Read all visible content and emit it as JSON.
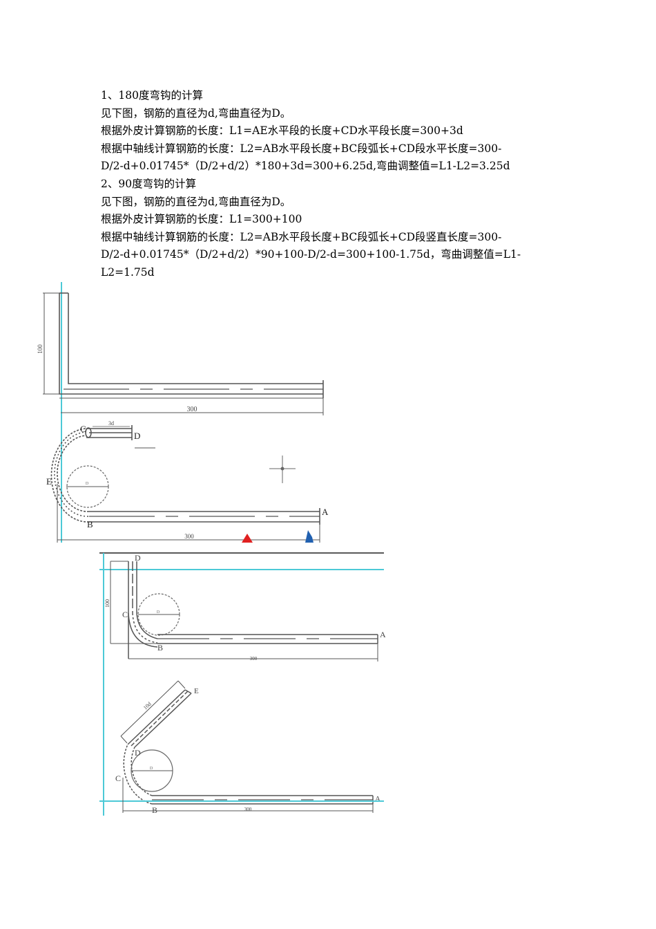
{
  "document": {
    "section1": {
      "heading": "1、180度弯钩的计算",
      "lines": [
        "见下图，钢筋的直径为d,弯曲直径为D。",
        "根据外皮计算钢筋的长度：L1=AE水平段的长度+CD水平段长度=300+3d",
        "根据中轴线计算钢筋的长度：L2=AB水平段长度+BC段弧长+CD段水平长度=300-",
        "D/2-d+0.01745*（D/2+d/2）*180+3d=300+6.25d,弯曲调整值=L1-L2=3.25d"
      ]
    },
    "section2": {
      "heading": "2、90度弯钩的计算",
      "lines": [
        "见下图，钢筋的直径为d,弯曲直径为D。",
        "根据外皮计算钢筋的长度：L1=300+100",
        "根据中轴线计算钢筋的长度：L2=AB水平段长度+BC段弧长+CD段竖直长度=300-",
        "D/2-d+0.01745*（D/2+d/2）*90+100-D/2-d=300+100-1.75d，弯曲调整值=L1-",
        "L2=1.75d"
      ]
    }
  },
  "figures": {
    "fig1": {
      "dim_vertical": "100",
      "dim_horizontal": "300"
    },
    "fig2": {
      "label_a": "A",
      "label_b": "B",
      "label_c": "C",
      "label_d": "D",
      "label_e": "E",
      "dim_cd": "3d",
      "dim_circle": "D",
      "dim_horizontal": "300"
    },
    "fig3": {
      "label_a": "A",
      "label_b": "B",
      "label_c": "C",
      "label_d": "D",
      "dim_vertical": "100",
      "dim_circle": "D",
      "dim_horizontal": "300"
    },
    "fig4": {
      "label_a": "A",
      "label_b": "B",
      "label_c": "C",
      "label_d": "D",
      "label_e": "E",
      "dim_hook": "10d",
      "dim_circle": "D",
      "dim_horizontal": "300"
    }
  },
  "colors": {
    "guide": "#4cc9d6",
    "line": "#555555",
    "marker_red": "#e02020",
    "marker_blue": "#2060b0"
  }
}
